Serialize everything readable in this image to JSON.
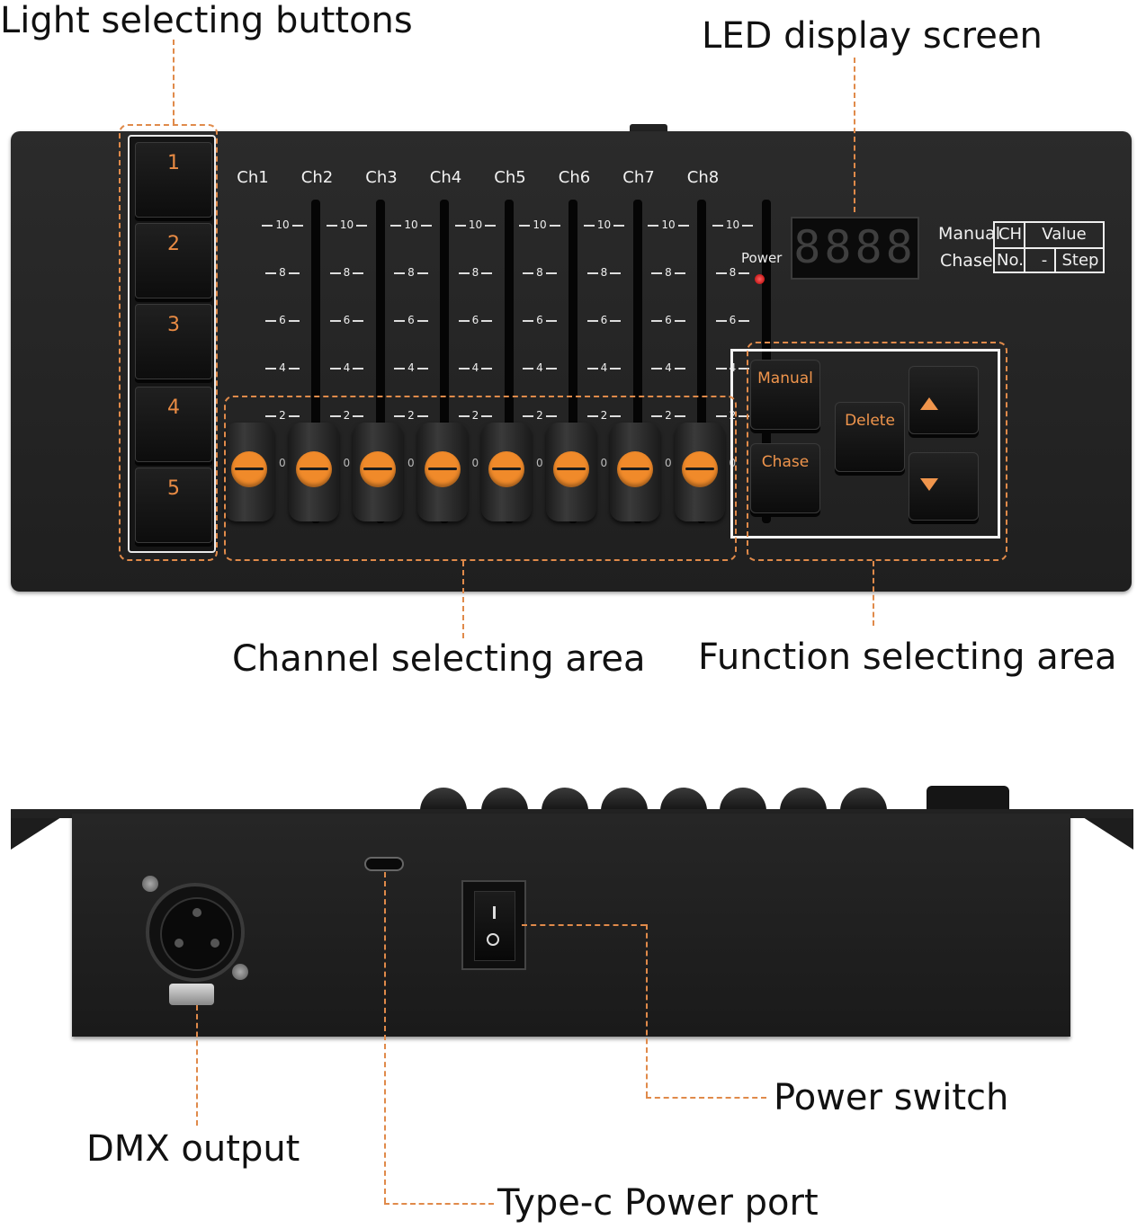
{
  "callouts": {
    "light_buttons": "Light selecting buttons",
    "led_display": "LED display screen",
    "channel_area": "Channel selecting area",
    "function_area": "Function selecting area",
    "dmx_output": "DMX output",
    "power_switch": "Power switch",
    "type_c_port": "Type-c Power port"
  },
  "light_buttons": [
    "1",
    "2",
    "3",
    "4",
    "5"
  ],
  "channels": [
    "Ch1",
    "Ch2",
    "Ch3",
    "Ch4",
    "Ch5",
    "Ch6",
    "Ch7",
    "Ch8"
  ],
  "fader_scale": [
    "10",
    "8",
    "6",
    "4",
    "2",
    "0"
  ],
  "display": {
    "power_label": "Power",
    "led_digits": "8888",
    "mode_manual": "Manual",
    "mode_chase": "Chase",
    "col_ch": "CH",
    "col_value": "Value",
    "col_no": "No.",
    "col_dash": "-",
    "col_step": "Step"
  },
  "function_buttons": {
    "manual": "Manual",
    "chase": "Chase",
    "delete": "Delete"
  },
  "accent_color": "#f08a2a",
  "callout_line_color": "#e08a4a"
}
